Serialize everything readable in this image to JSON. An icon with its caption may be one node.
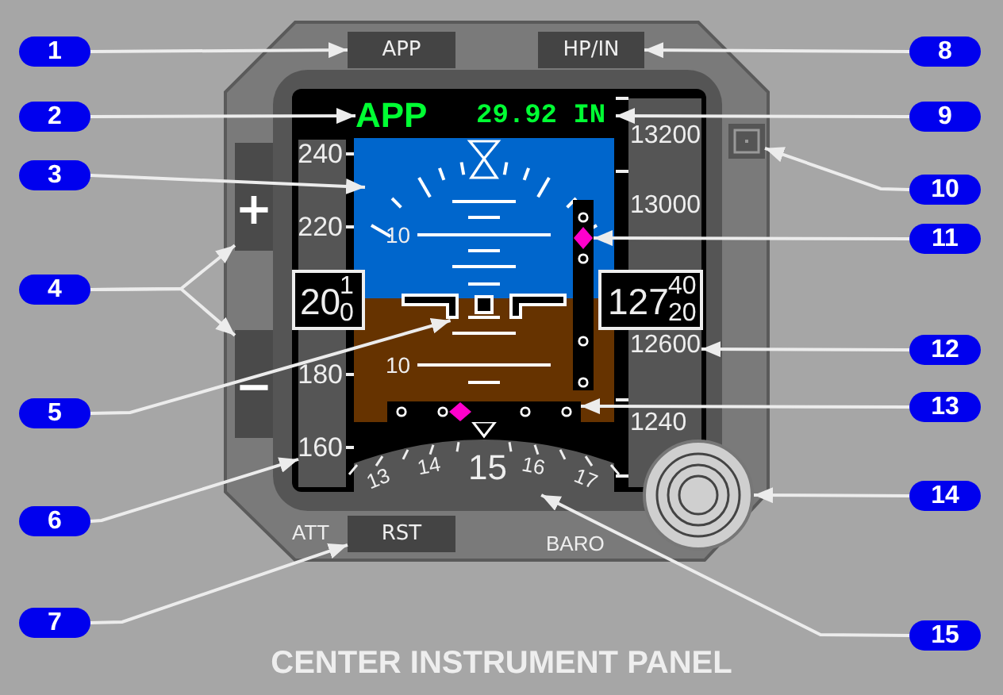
{
  "diagram": {
    "caption": "CENTER INSTRUMENT PANEL",
    "nodes": [
      {
        "text": [
          "1"
        ]
      },
      {
        "text": [
          "2"
        ]
      },
      {
        "text": [
          "3"
        ]
      },
      {
        "text": [
          "4"
        ]
      },
      {
        "text": [
          "5"
        ]
      },
      {
        "text": [
          "6"
        ]
      },
      {
        "text": [
          "7"
        ]
      },
      {
        "text": [
          "8"
        ]
      },
      {
        "text": [
          "9"
        ]
      },
      {
        "text": [
          "10"
        ]
      },
      {
        "text": [
          "11"
        ]
      },
      {
        "text": [
          "12"
        ]
      },
      {
        "text": [
          "13"
        ]
      },
      {
        "text": [
          "14"
        ]
      },
      {
        "text": [
          "15"
        ]
      },
      {
        "text": [
          "APP"
        ]
      },
      {
        "text": [
          "HP/IN"
        ]
      },
      {
        "text": [
          "APP"
        ]
      },
      {
        "text": [
          "29.92 IN"
        ]
      },
      {
        "text": [],
        "shape": "box"
      },
      {
        "text": [
          "13200",
          "13000",
          "12600",
          "1240"
        ]
      },
      {
        "text": [
          "240",
          "220",
          "180",
          "160"
        ]
      },
      {
        "text": [],
        "shape": "picture"
      },
      {
        "text": [
          "+"
        ]
      },
      {
        "text": [],
        "shape": "bar"
      },
      {
        "text": [],
        "shape": "picture"
      },
      {
        "text": [
          "−"
        ]
      },
      {
        "text": [],
        "shape": "bar"
      },
      {
        "text": [
          "13",
          "14",
          "15",
          "16",
          "17"
        ]
      },
      {
        "text": [],
        "shape": "circle"
      },
      {
        "text": [
          "RST"
        ]
      }
    ],
    "edges": [
      {
        "from": 0,
        "to": 15,
        "arrow": "to"
      },
      {
        "from": 7,
        "to": 16,
        "arrow": "to"
      },
      {
        "from": 1,
        "to": 17,
        "arrow": "to"
      },
      {
        "from": 8,
        "to": 18,
        "arrow": "to"
      },
      {
        "from": 2,
        "to": 22,
        "arrow": "to"
      },
      {
        "from": 9,
        "to": 19,
        "arrow": "to"
      },
      {
        "from": 10,
        "to": 24,
        "arrow": "to"
      },
      {
        "from": 3,
        "to": 23,
        "arrow": "to"
      },
      {
        "from": 3,
        "to": 26,
        "arrow": "to"
      },
      {
        "from": 4,
        "to": 25,
        "arrow": "to"
      },
      {
        "from": 11,
        "to": 20,
        "arrow": "to"
      },
      {
        "from": 12,
        "to": 27,
        "arrow": "to"
      },
      {
        "from": 5,
        "to": 21,
        "arrow": "to"
      },
      {
        "from": 13,
        "to": 29,
        "arrow": "to"
      },
      {
        "from": 6,
        "to": 30,
        "arrow": "to"
      },
      {
        "from": 14,
        "to": 28,
        "arrow": "to"
      }
    ],
    "labels": [
      "10",
      "20",
      "1",
      "0",
      "127",
      "40",
      "20",
      "10",
      "ATT",
      "BARO"
    ]
  }
}
